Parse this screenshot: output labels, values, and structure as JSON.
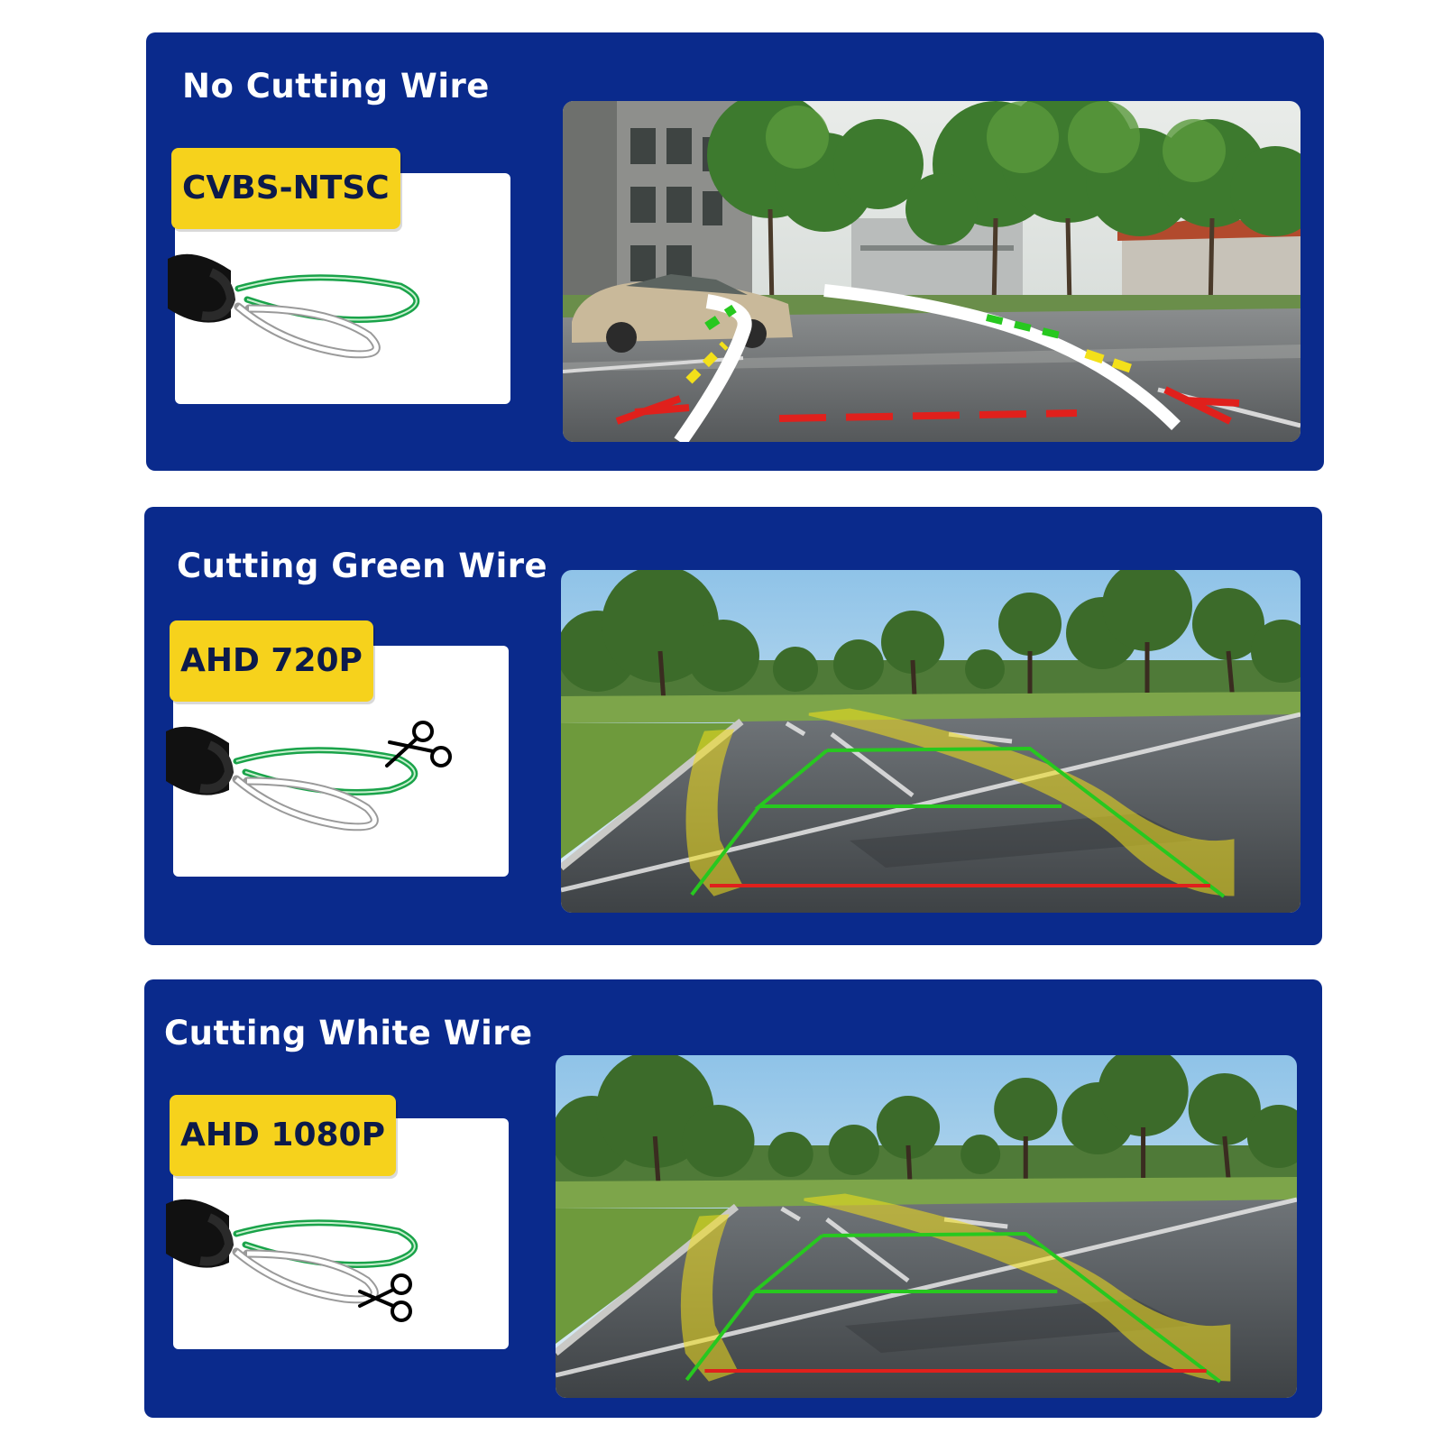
{
  "panels": [
    {
      "title": "No Cutting Wire",
      "mode": "CVBS-NTSC",
      "cut": "none",
      "scene": "urban"
    },
    {
      "title": "Cutting Green Wire",
      "mode": "AHD 720P",
      "cut": "green",
      "scene": "parking"
    },
    {
      "title": "Cutting White Wire",
      "mode": "AHD 1080P",
      "cut": "white",
      "scene": "parking"
    }
  ],
  "colors": {
    "panel_bg": "#0a2a8c",
    "label_bg": "#f6d21c",
    "label_text": "#0c1a4a",
    "wire_green": "#1aa34a",
    "guide_red": "#e0201c",
    "guide_yellow": "#f3e01a",
    "guide_green": "#27c81f"
  },
  "icons": [
    "scissors-icon"
  ]
}
